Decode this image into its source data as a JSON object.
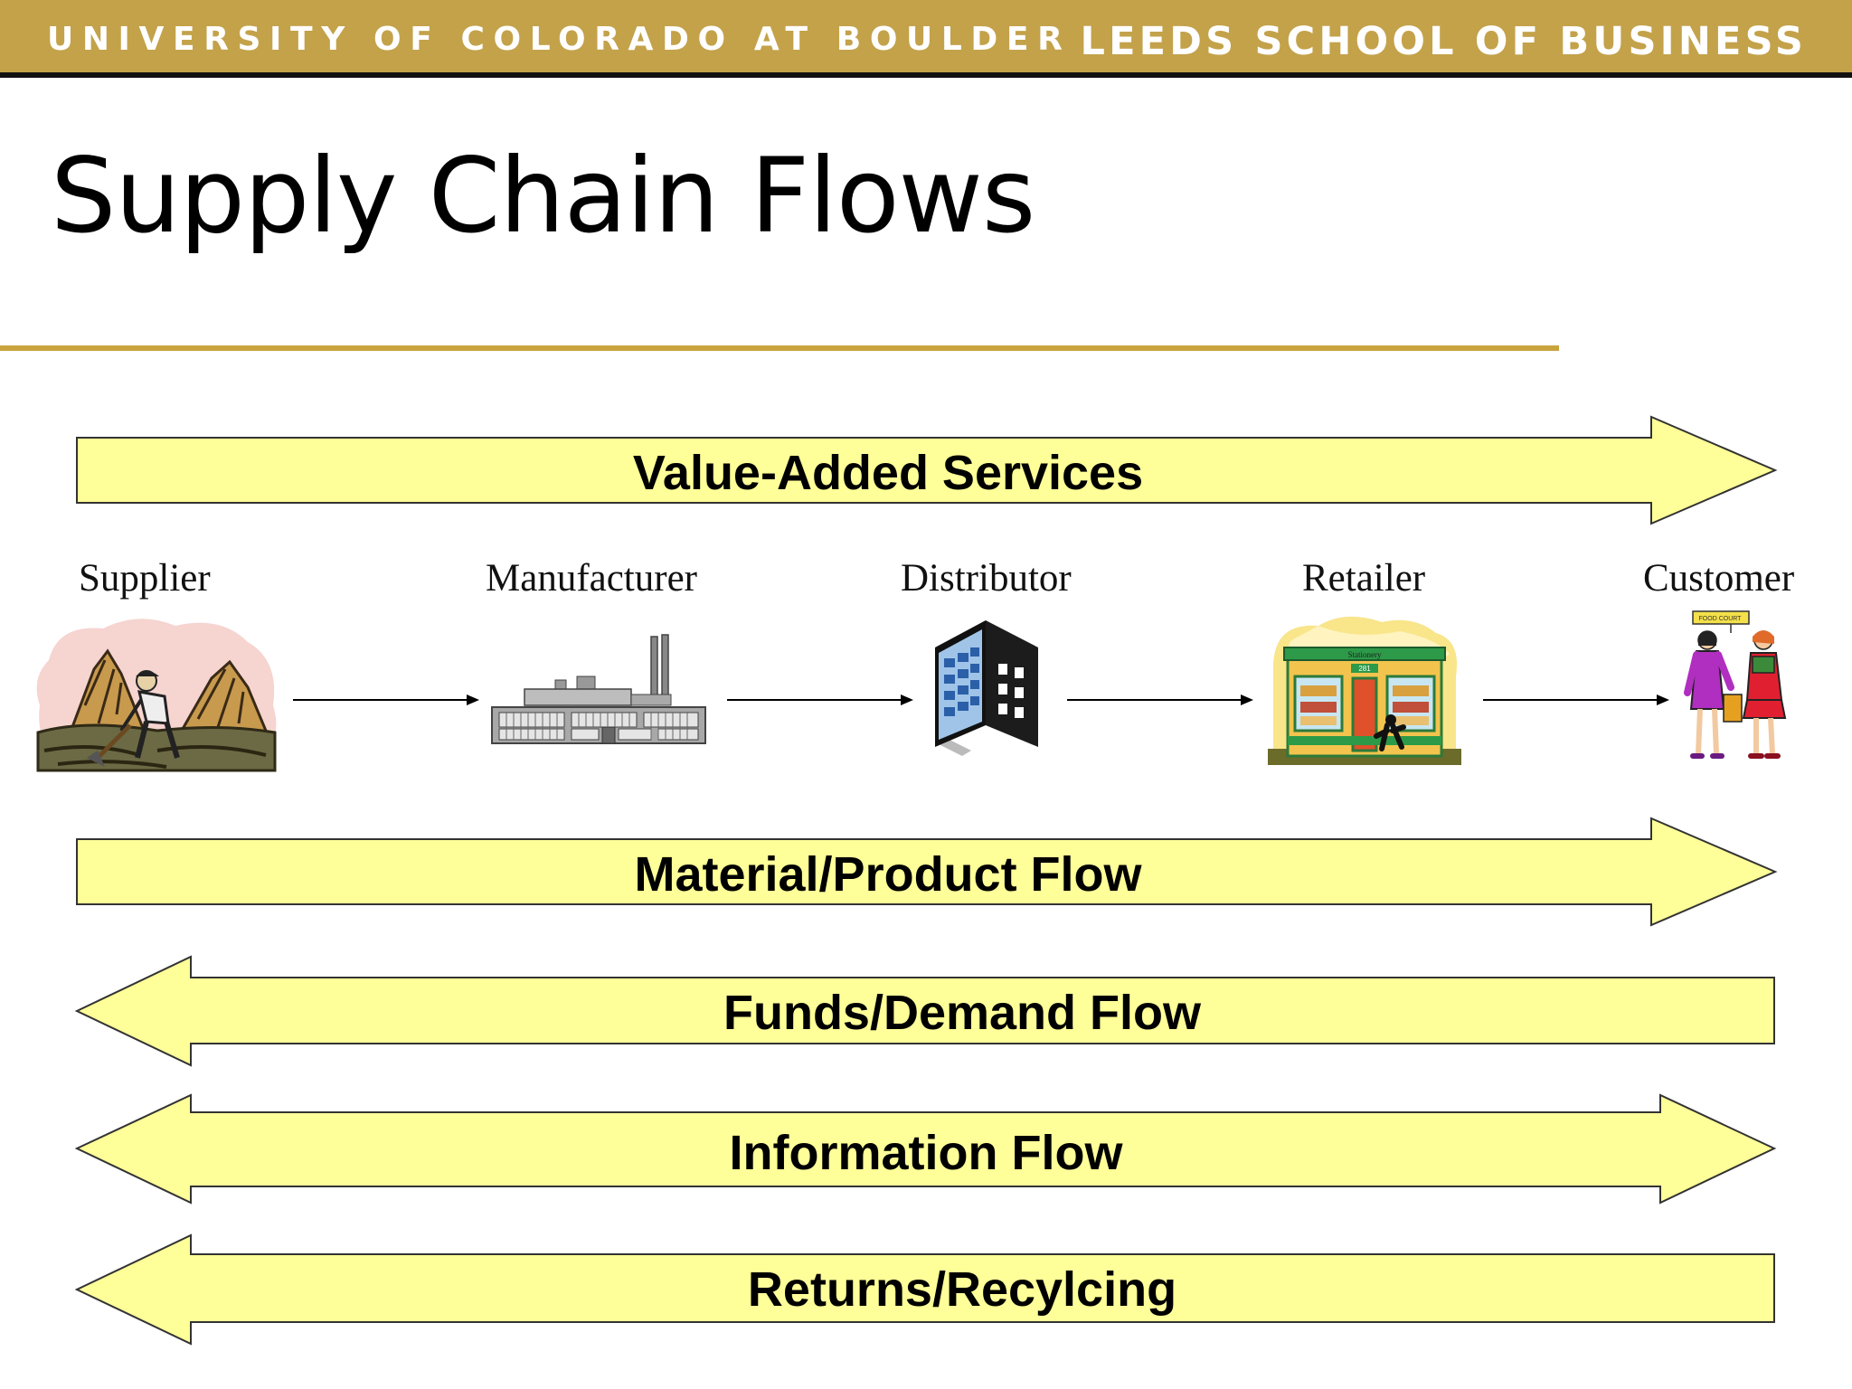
{
  "header": {
    "university": "UNIVERSITY OF COLORADO AT BOULDER",
    "school": "LEEDS SCHOOL OF BUSINESS"
  },
  "slide": {
    "title": "Supply Chain Flows"
  },
  "chain": {
    "nodes": [
      {
        "label": "Supplier",
        "icon": "miner-icon"
      },
      {
        "label": "Manufacturer",
        "icon": "factory-icon"
      },
      {
        "label": "Distributor",
        "icon": "office-building-icon"
      },
      {
        "label": "Retailer",
        "icon": "store-icon"
      },
      {
        "label": "Customer",
        "icon": "shoppers-icon"
      }
    ],
    "store_sign": "Stationery",
    "store_number": "281",
    "customer_sign": "FOOD COURT"
  },
  "flows": [
    {
      "label": "Value-Added Services",
      "direction": "right"
    },
    {
      "label": "Material/Product Flow",
      "direction": "right"
    },
    {
      "label": "Funds/Demand Flow",
      "direction": "left"
    },
    {
      "label": "Information Flow",
      "direction": "both"
    },
    {
      "label": "Returns/Recylcing",
      "direction": "left"
    }
  ],
  "colors": {
    "banner": "#c3a24a",
    "rule": "#c9a43e",
    "flow_fill": "#ffff99",
    "flow_stroke": "#333333"
  }
}
